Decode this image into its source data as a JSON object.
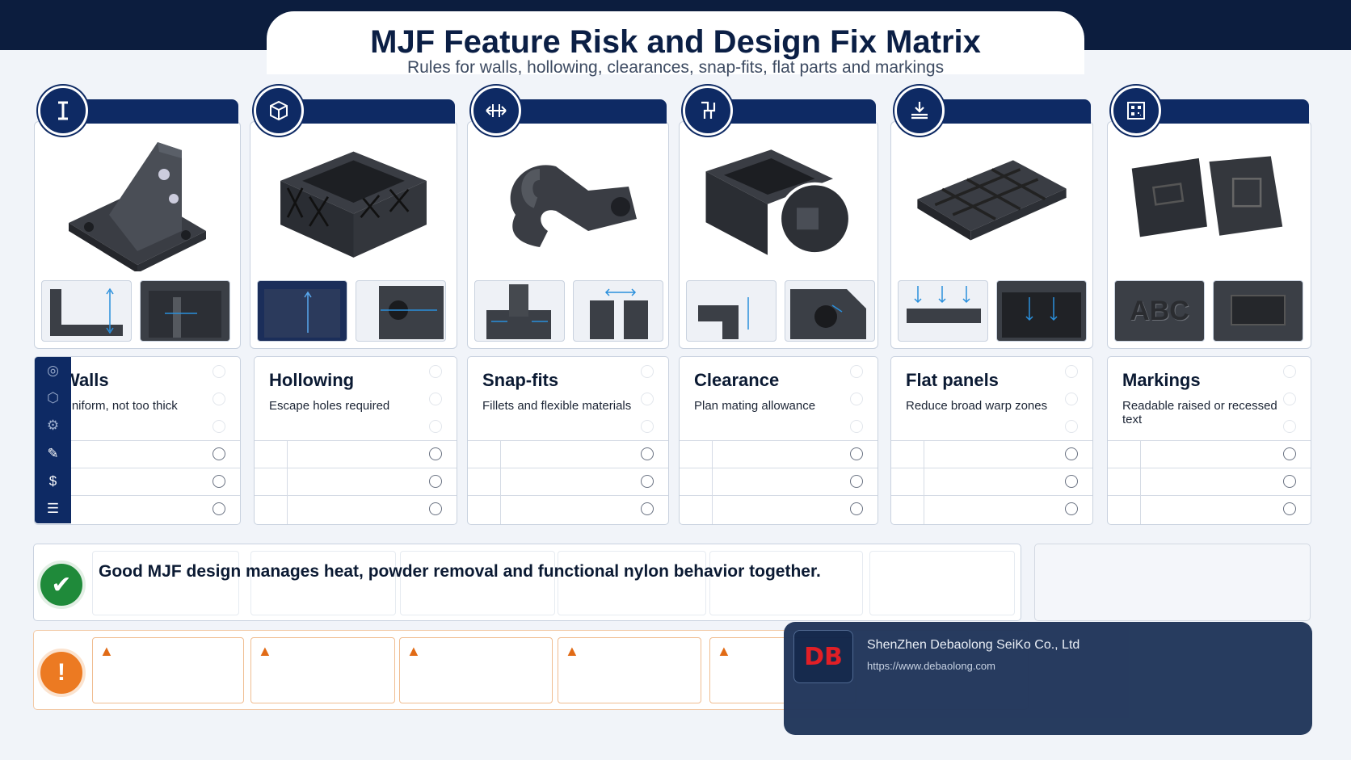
{
  "header": {
    "title": "MJF Feature Risk and Design Fix Matrix",
    "subtitle": "Rules for walls, hollowing, clearances, snap-fits, flat parts and markings"
  },
  "features": [
    {
      "icon": "thickness-icon",
      "glyph": "I",
      "title": "Walls",
      "desc": "Uniform, not too thick"
    },
    {
      "icon": "cube-icon",
      "glyph": "⬡",
      "title": "Hollowing",
      "desc": "Escape holes required"
    },
    {
      "icon": "arrows-icon",
      "glyph": "↔",
      "title": "Snap-fits",
      "desc": "Fillets and flexible materials"
    },
    {
      "icon": "clearance-icon",
      "glyph": "⊐",
      "title": "Clearance",
      "desc": "Plan mating allowance"
    },
    {
      "icon": "panel-icon",
      "glyph": "⇩",
      "title": "Flat panels",
      "desc": "Reduce broad warp zones"
    },
    {
      "icon": "qr-icon",
      "glyph": "▦",
      "title": "Markings",
      "desc": "Readable raised or recessed text"
    }
  ],
  "thumb_text": {
    "abc": "ABC"
  },
  "good": {
    "text": "Good MJF design manages heat, powder removal and functional nylon behavior together."
  },
  "company": {
    "logo": "DB",
    "name": "ShenZhen Debaolong SeiKo Co., Ltd",
    "url": "https://www.debaolong.com"
  }
}
